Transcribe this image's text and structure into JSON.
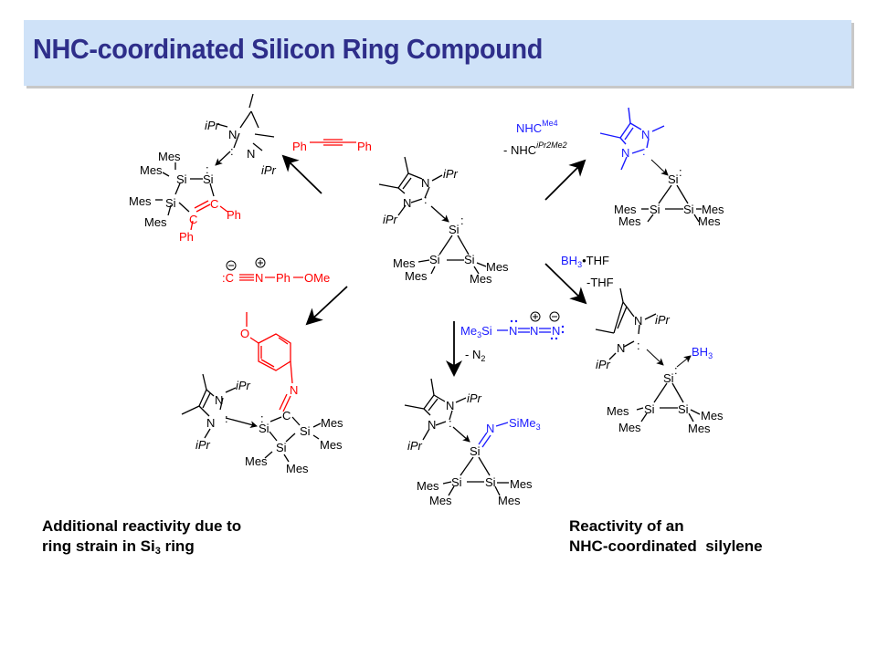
{
  "slide": {
    "title": "NHC-coordinated Silicon Ring Compound",
    "colors": {
      "title_text": "#2e2e8a",
      "title_bg": "#cfe2f8",
      "reagent_red": "#ff0000",
      "reagent_blue": "#1a1aff",
      "bond": "#000000"
    }
  },
  "labels": {
    "iPr": "iPr",
    "i": "i",
    "Pr": "Pr",
    "N": "N",
    "Si": "Si",
    "C": "C",
    "Mes": "Mes",
    "Ph": "Ph",
    "O": "O",
    "lone_pair": ":",
    "plus": "+",
    "minus": "−"
  },
  "reactions": {
    "alkyne": {
      "reagent_left": "Ph",
      "reagent_right": "Ph"
    },
    "isocyanide": {
      "C": ":C",
      "N": "N",
      "Ph": "Ph",
      "OMe": "OMe"
    },
    "nhc_exchange": {
      "reagent": "NHC",
      "reagent_sup": "Me4",
      "byproduct": "- NHC",
      "byproduct_sup": "iPr2Me2"
    },
    "borane": {
      "reagent_a": "BH",
      "reagent_a_sub": "3",
      "reagent_b": "•THF",
      "byproduct": "-THF",
      "product_group": "BH",
      "product_group_sub": "3"
    },
    "azide": {
      "reagent_a": "Me",
      "reagent_a_sub": "3",
      "reagent_b": "Si",
      "byproduct": "- N",
      "byproduct_sub": "2",
      "product_group": "SiMe",
      "product_group_sub": "3"
    }
  },
  "captions": {
    "left_line1": "Additional reactivity due to",
    "left_line2_a": "ring strain in Si",
    "left_line2_sub": "3",
    "left_line2_b": " ring",
    "right_line1": "Reactivity of an",
    "right_line2": "NHC-coordinated  silylene"
  }
}
